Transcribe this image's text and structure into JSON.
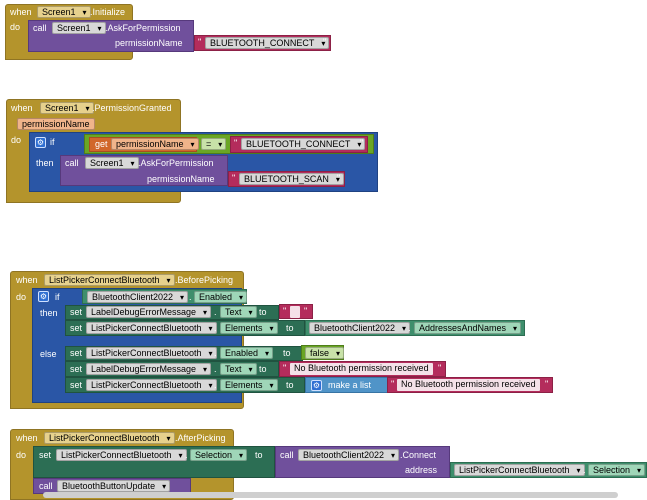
{
  "block1": {
    "when": "when",
    "component": "Screen1",
    "event": ".Initialize",
    "do": "do",
    "call": "call",
    "method_component": "Screen1",
    "method": ".AskForPermission",
    "param_label": "permissionName",
    "value": "BLUETOOTH_CONNECT"
  },
  "block2": {
    "when": "when",
    "component": "Screen1",
    "event": ".PermissionGranted",
    "param": "permissionName",
    "do": "do",
    "if": "if",
    "get": "get",
    "get_var": "permissionName",
    "op": "=",
    "compare_value": "BLUETOOTH_CONNECT",
    "then": "then",
    "call": "call",
    "method_component": "Screen1",
    "method": ".AskForPermission",
    "param_label": "permissionName",
    "value": "BLUETOOTH_SCAN"
  },
  "block3": {
    "when": "when",
    "component": "ListPickerConnectBluetooth",
    "event": ".BeforePicking",
    "do": "do",
    "if": "if",
    "cond_component": "BluetoothClient2022",
    "cond_prop": "Enabled",
    "then": "then",
    "else": "else",
    "set": "set",
    "to": "to",
    "then_rows": [
      {
        "component": "LabelDebugErrorMessage",
        "prop": "Text",
        "value": ""
      },
      {
        "component": "ListPickerConnectBluetooth",
        "prop": "Elements",
        "value_component": "BluetoothClient2022",
        "value_prop": "AddressesAndNames"
      }
    ],
    "else_rows": [
      {
        "component": "ListPickerConnectBluetooth",
        "prop": "Enabled",
        "value": "false"
      },
      {
        "component": "LabelDebugErrorMessage",
        "prop": "Text",
        "value": "No Bluetooth permission received"
      },
      {
        "component": "ListPickerConnectBluetooth",
        "prop": "Elements",
        "list_label": "make a list",
        "value": "No Bluetooth permission received"
      }
    ]
  },
  "block4": {
    "when": "when",
    "component": "ListPickerConnectBluetooth",
    "event": ".AfterPicking",
    "do": "do",
    "set": "set",
    "set_component": "ListPickerConnectBluetooth",
    "set_prop": "Selection",
    "to": "to",
    "call": "call",
    "method_component": "BluetoothClient2022",
    "method": ".Connect",
    "address": "address",
    "addr_component": "ListPickerConnectBluetooth",
    "addr_prop": "Selection",
    "call2": "call",
    "proc": "BluetoothButtonUpdate"
  },
  "colors": {
    "event": "#b4942c",
    "control": "#2a56a6",
    "procedure": "#70509c",
    "text": "#b42c5c",
    "component_setter": "#2c6e54",
    "component_getter": "#3e8e6c",
    "logic": "#6aa624",
    "variable": "#d1672a",
    "list": "#5094c8"
  }
}
